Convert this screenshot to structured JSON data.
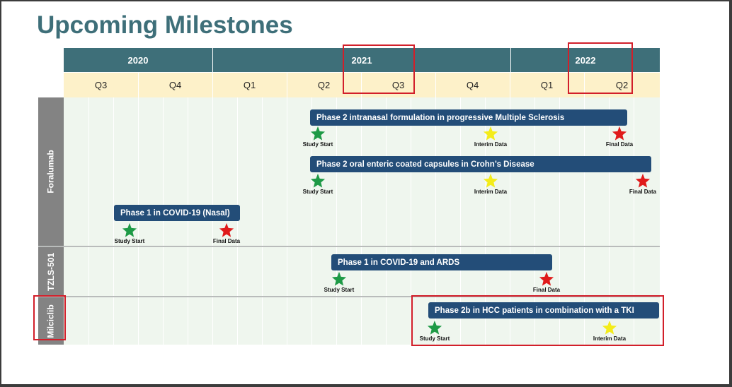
{
  "slide": {
    "title": "Upcoming Milestones",
    "years": [
      "2020",
      "2021",
      "2022"
    ],
    "quarters": [
      "Q3",
      "Q4",
      "Q1",
      "Q2",
      "Q3",
      "Q4",
      "Q1",
      "Q2"
    ]
  },
  "programs": [
    {
      "name": "Foralumab"
    },
    {
      "name": "TZLS-501"
    },
    {
      "name": "Milciclib"
    }
  ],
  "bars": [
    {
      "label": "Phase 2 intranasal formulation in progressive Multiple Sclerosis"
    },
    {
      "label": "Phase 2 oral enteric coated capsules in Crohn’s Disease"
    },
    {
      "label": "Phase 1 in COVID-19 (Nasal)"
    },
    {
      "label": "Phase 1 in COVID-19 and ARDS"
    },
    {
      "label": "Phase 2b in HCC patients in combination with a TKI"
    }
  ],
  "milestones": [
    {
      "label": "Study Start",
      "color": "#1e9a46"
    },
    {
      "label": "Interim Data",
      "color": "#f4ec1a"
    },
    {
      "label": "Final Data",
      "color": "#e01b1b"
    },
    {
      "label": "Study Start",
      "color": "#1e9a46"
    },
    {
      "label": "Interim Data",
      "color": "#f4ec1a"
    },
    {
      "label": "Final Data",
      "color": "#e01b1b"
    },
    {
      "label": "Study Start",
      "color": "#1e9a46"
    },
    {
      "label": "Final Data",
      "color": "#e01b1b"
    },
    {
      "label": "Study Start",
      "color": "#1e9a46"
    },
    {
      "label": "Final Data",
      "color": "#e01b1b"
    },
    {
      "label": "Study Start",
      "color": "#1e9a46"
    },
    {
      "label": "Interim Data",
      "color": "#f4ec1a"
    }
  ],
  "colors": {
    "header": "#3e6f79",
    "quarter_bg": "#fdf1c9",
    "bar": "#234d78",
    "lane_bg": "#eff6ee",
    "sidebar": "#838383",
    "highlight": "#d21f2a"
  }
}
